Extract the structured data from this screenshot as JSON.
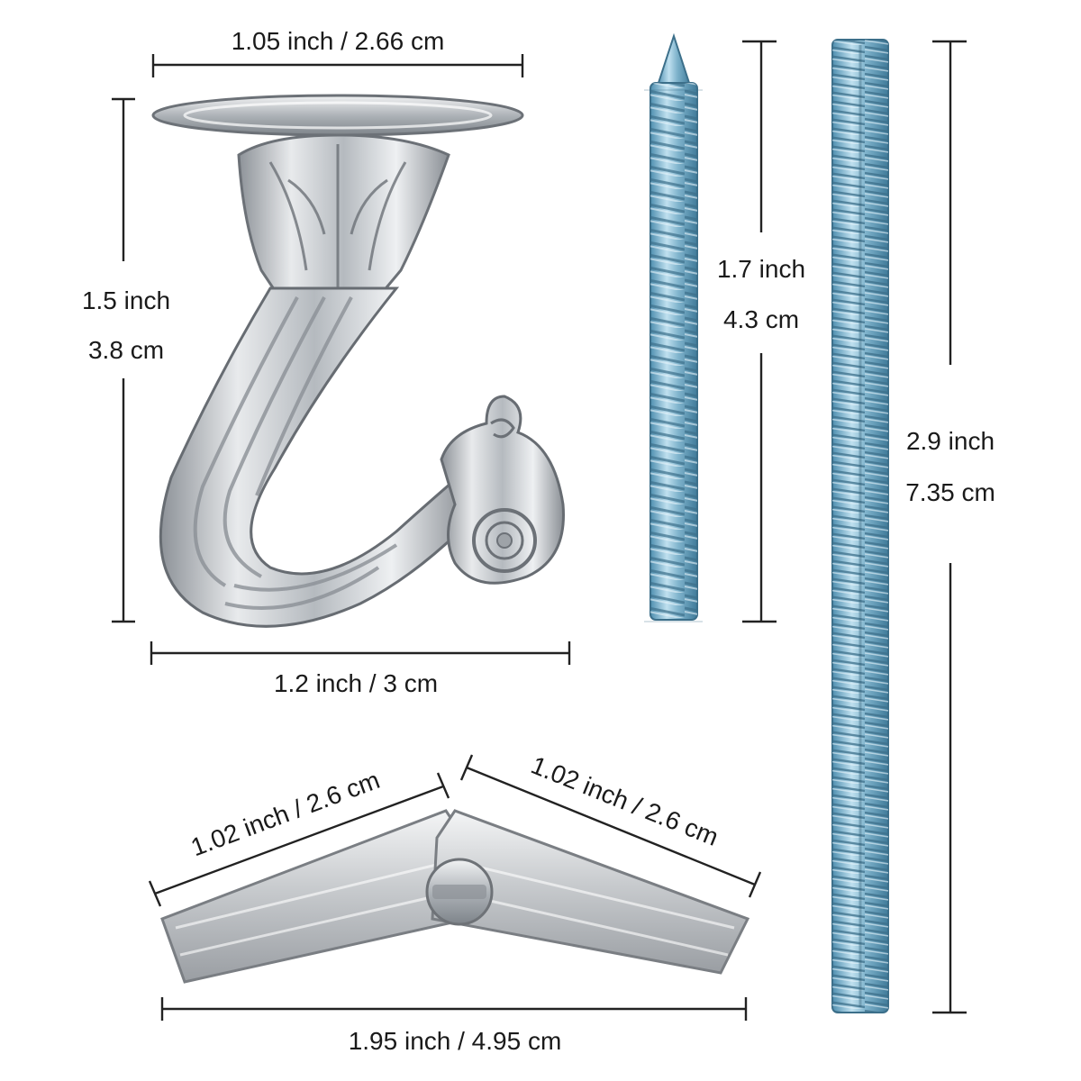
{
  "hook": {
    "top_width": "1.05 inch / 2.66 cm",
    "height_inch": "1.5 inch",
    "height_cm": "3.8 cm",
    "bottom_width": "1.2 inch / 3 cm"
  },
  "short_screw": {
    "length_inch": "1.7 inch",
    "length_cm": "4.3 cm"
  },
  "long_bolt": {
    "length_inch": "2.9 inch",
    "length_cm": "7.35 cm"
  },
  "toggle_anchor": {
    "left_wing": "1.02 inch / 2.6 cm",
    "right_wing": "1.02 inch / 2.6 cm",
    "total_width": "1.95 inch / 4.95 cm"
  },
  "colors": {
    "hook_metal": "#c9cdd2",
    "screw_zinc": "#7fb3cc",
    "anchor_metal": "#d8dadc",
    "dimension_line": "#222222"
  }
}
